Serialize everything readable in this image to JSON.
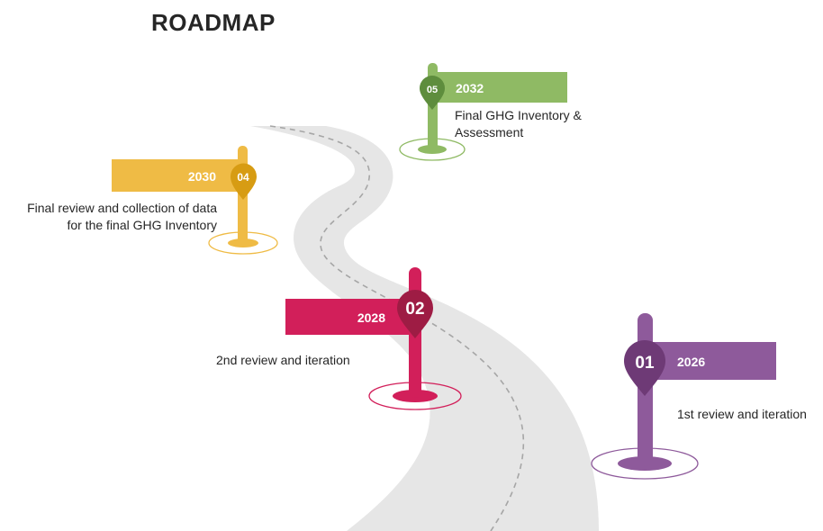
{
  "title": "ROADMAP",
  "colors": {
    "road": "#e6e6e6",
    "road_dash": "#a6a6a6",
    "milestone_01": "#8e5a9b",
    "milestone_01_pin": "#6e3a76",
    "milestone_02": "#d21f5a",
    "milestone_02_pin": "#9e1c44",
    "milestone_04": "#efbb45",
    "milestone_04_pin": "#d79c13",
    "milestone_05": "#8fba64",
    "milestone_05_pin": "#5e8d3d"
  },
  "milestones": [
    {
      "number": "01",
      "year": "2026",
      "description": "1st review and iteration"
    },
    {
      "number": "02",
      "year": "2028",
      "description": "2nd review and iteration"
    },
    {
      "number": "04",
      "year": "2030",
      "description_lines": [
        "Final review and collection of data",
        "for the final GHG Inventory"
      ]
    },
    {
      "number": "05",
      "year": "2032",
      "description_lines": [
        "Final  GHG Inventory &",
        "Assessment"
      ]
    }
  ]
}
